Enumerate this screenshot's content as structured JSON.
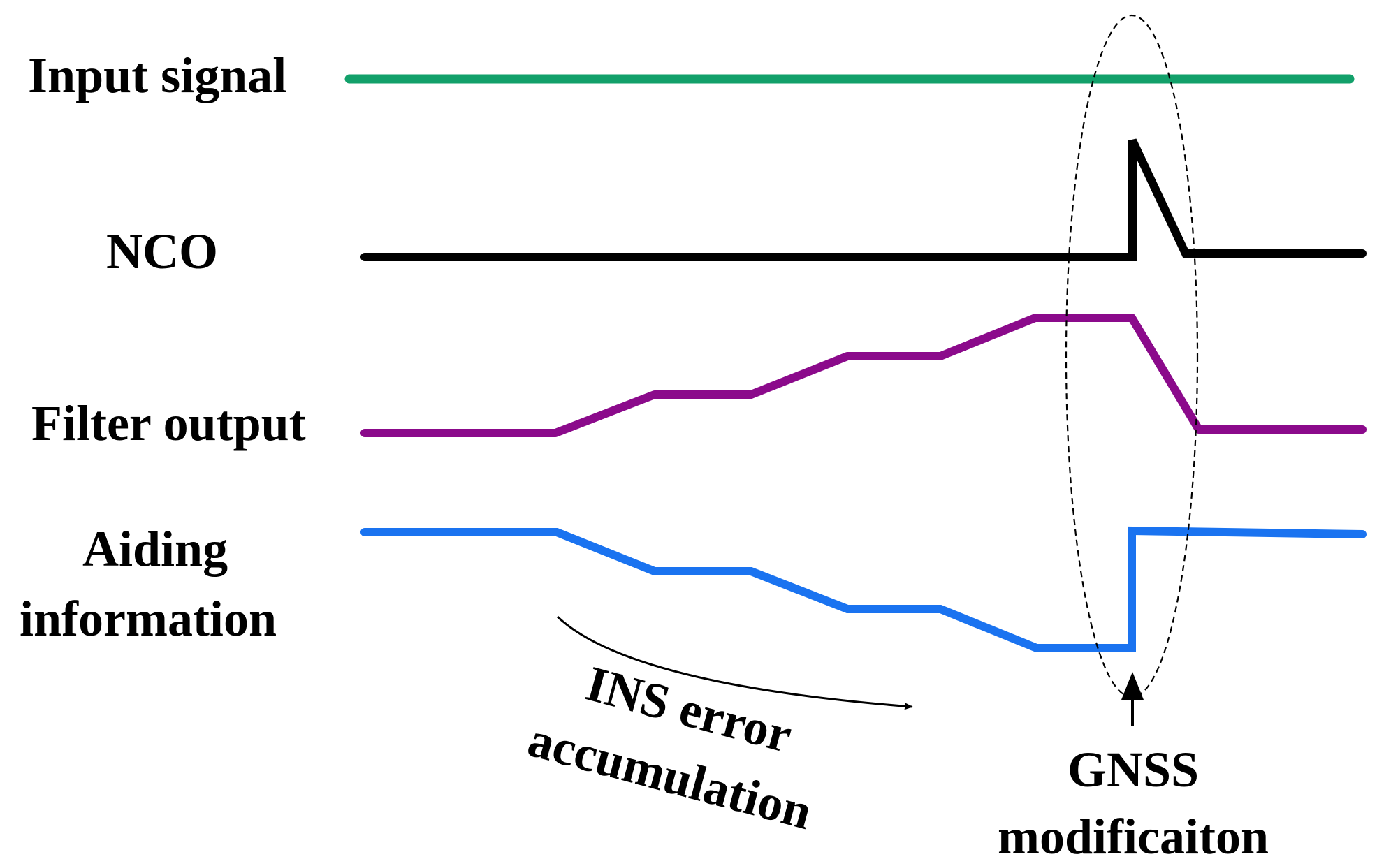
{
  "labels": {
    "input_signal": "Input signal",
    "nco": "NCO",
    "filter_output": "Filter output",
    "aiding_line1": "Aiding",
    "aiding_line2": "information",
    "ins_line1": "INS error",
    "ins_line2": "accumulation",
    "gnss_line1": "GNSS",
    "gnss_line2": "modificaiton"
  },
  "colors": {
    "input_signal": "#12a06a",
    "nco": "#000000",
    "filter_output": "#8b0a8b",
    "aiding_information": "#1a73f0"
  }
}
